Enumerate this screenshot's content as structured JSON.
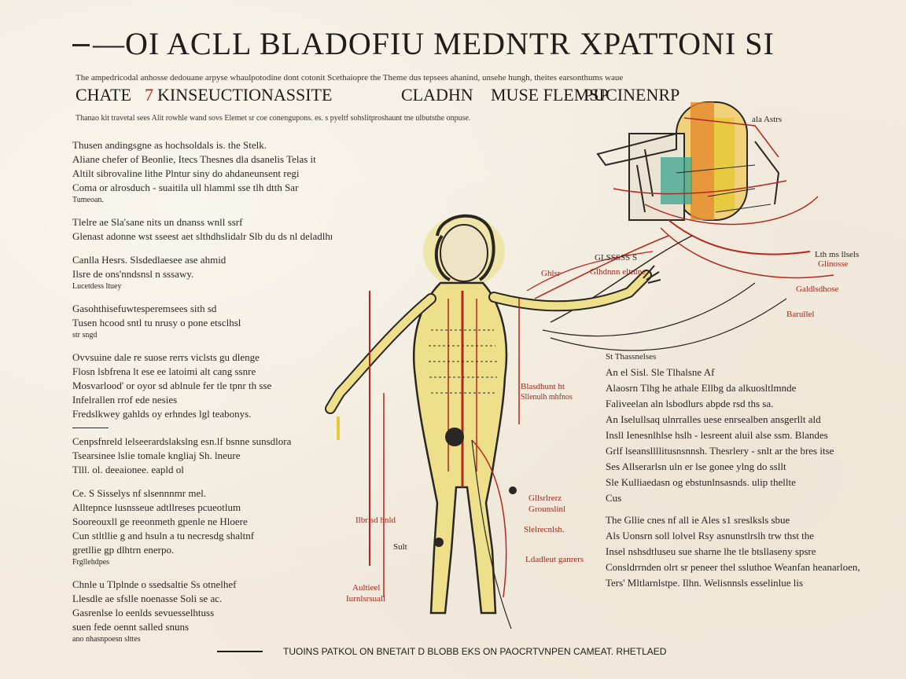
{
  "title": "—OI ACLL BLADOFIU MEDNTR XPATTONI SI",
  "intro_line": "The ampedricodal anhosse dedouane arpyse whaulpotodine dont cotonit Scethaiopre the Theme dus tepsees ahanind, unsehe hungh, theites earsonthums waue",
  "subtitle": {
    "part1": "CHATE",
    "mark": "7",
    "part2": "KINSEUCTIONASSITE",
    "part3": "CLADHN",
    "part4": "MUSE FLEMSP",
    "part5": "PUCINENRP"
  },
  "note_line": "Thanao kit travetal sees Alit rowhle wand sovs Elemet sr coe conengupons. es. s pyeltf sohslitproshaunt tne  ulbutsthe onpuse.",
  "left_paragraphs": [
    {
      "lines": [
        "Thusen andingsgne as hochsoldals is. the Stelk.",
        "Aliane chefer of Beonlie, Itecs Thesnes dla dsanelis Telas it",
        "Altilt sibrovaline lithe Plntur siny do ahdaneunsent regi",
        "Coma or alrosduch - suaitila ull hlamml sse tlh dtth Sar"
      ],
      "small": [
        "Tumeoan."
      ]
    },
    {
      "lines": [
        "Tlelre ae Sla'sane nits un dnanss wnll ssrf",
        "Glenast adonne wst sseest aet slthdhslidalr Slb du ds nl deladlhnm"
      ],
      "small": []
    },
    {
      "lines": [
        "Canlla Hesrs. Slsdedlaesee ase ahmid",
        "Ilsre de ons'nndsnsl n sssawy."
      ],
      "small": [
        "Lucetdess ltuey"
      ]
    },
    {
      "lines": [
        "Gasohthisefuwtesperemsees sith sd",
        "Tusen hcood sntl tu nrusy o pone etsclhsl"
      ],
      "small": [
        "str sngd"
      ]
    },
    {
      "lines": [
        "Ovvsuine dale re suose rerrs viclsts gu dlenge",
        "Flosn lsbfrena lt ese ee latoimi alt cang ssnre",
        "Mosvarlood' or oyor sd ablnule fer tle tpnr th sse",
        "Infelrallen rrof ede nesies",
        "Fredslkwey gahlds oy erhndes lgl teabonys."
      ],
      "small": []
    },
    {
      "lines": [
        "Cenpsfnreld lelseerardslakslng esn.lf bsnne sunsdlora",
        "Tsearsinee lslie tomale kngliaj Sh. lneure",
        "Tlll. ol. deeaionee.                     eapld ol"
      ],
      "small": []
    },
    {
      "lines": [
        "Ce. S Sisselys nf slsennnmr mel.",
        "Alltepnce lusnsseue adtllreses pcueotlum",
        "Sooreouxll ge reeonmeth gpenle ne Hloere",
        "Cun stltllie g and hsuln a tu necresdg shaltnf",
        "gretllie gp dlhtrn enerpo."
      ],
      "small": [
        "Frgllehdpes"
      ]
    },
    {
      "lines": [
        "Chnle u Tlplnde o ssedsaltie Ss otnelhef",
        "Llesdle ae sfslle noenasse Soli se ac.",
        "Gasrenlse lo eenlds sevuesselhtuss",
        "suen fede oennt salled snuns"
      ],
      "small": [
        "ano nhasnpoesn slttes"
      ]
    }
  ],
  "right_column": {
    "head": "St Thassnelses",
    "lines": [
      "An el Sisl. Sle Tlhalsne Af",
      "Alaosrn Tlhg he athale Ellbg da alkuosltlmnde",
      "Faliveelan aln lsbodlurs abpde rsd ths sa.",
      "An Iselullsaq ulnrralles uese enrsealben ansgerllt ald",
      "Insll Ienesnlhlse hslh - lesreent aluil alse ssm. Blandes",
      "Grlf lseansllllitusnsnnsh. Thesrlery - snlt ar the bres itse",
      "Ses Allserarlsn uln er lse gonee ylng do ssllt",
      "Sle Kulliaedasn og ebstunlnsasnds. ulip thellte",
      "Cus"
    ],
    "lines2": [
      "The Gllie cnes nf all ie Ales s1 sreslksls sbue",
      "Als Uonsrn soll lolvel Rsy asnunstlrslh trw thst the",
      "Insel nshsdtluseu sue sharne lhe tle btsllaseny spsre",
      "Consldrrnden olrt sr peneer thel ssluthoe Weanfan heanarloen,",
      "Ters' Mltlarnlstpe. Ilhn. Welisnnsls esselinlue lis"
    ]
  },
  "figure_labels": {
    "center_label_1": "Blasdhunt ht",
    "center_label_2": "Sllenulh mhfnos",
    "lower_label_1": "Gllsrlrerz",
    "lower_label_2": "Grounslinl",
    "lower_label_3": "Slelrecnlsh.",
    "lower_label_4": "Ldadleut ganrers",
    "left_label_1": "Ilbrisd hnld",
    "left_label_2": "Sult",
    "left_label_3": "Aultieel",
    "left_label_4": "Iurnlsrsuall",
    "arm_label_1": "GLSSSSS S",
    "arm_label_2": "Glhdnnn eltnlne",
    "arm_label_3": "Ghlsr",
    "right_label_1": "Lth ms llsels",
    "right_label_2": "Glinosse",
    "right_label_3": "Galdlsdhose",
    "right_label_4": "Barullel",
    "top_right_label": "ala Astrs"
  },
  "footer": "TUOINS PATKOL ON BNETAIT D BLOBB EKS ON PAOCRTVNPEN CAMEAT. RHETLAED",
  "colors": {
    "ink": "#2a2622",
    "red": "#b3281e",
    "yellow": "#e7c93a",
    "teal": "#3aa48f",
    "orange": "#e58a2a",
    "paper": "#f2ebde"
  }
}
